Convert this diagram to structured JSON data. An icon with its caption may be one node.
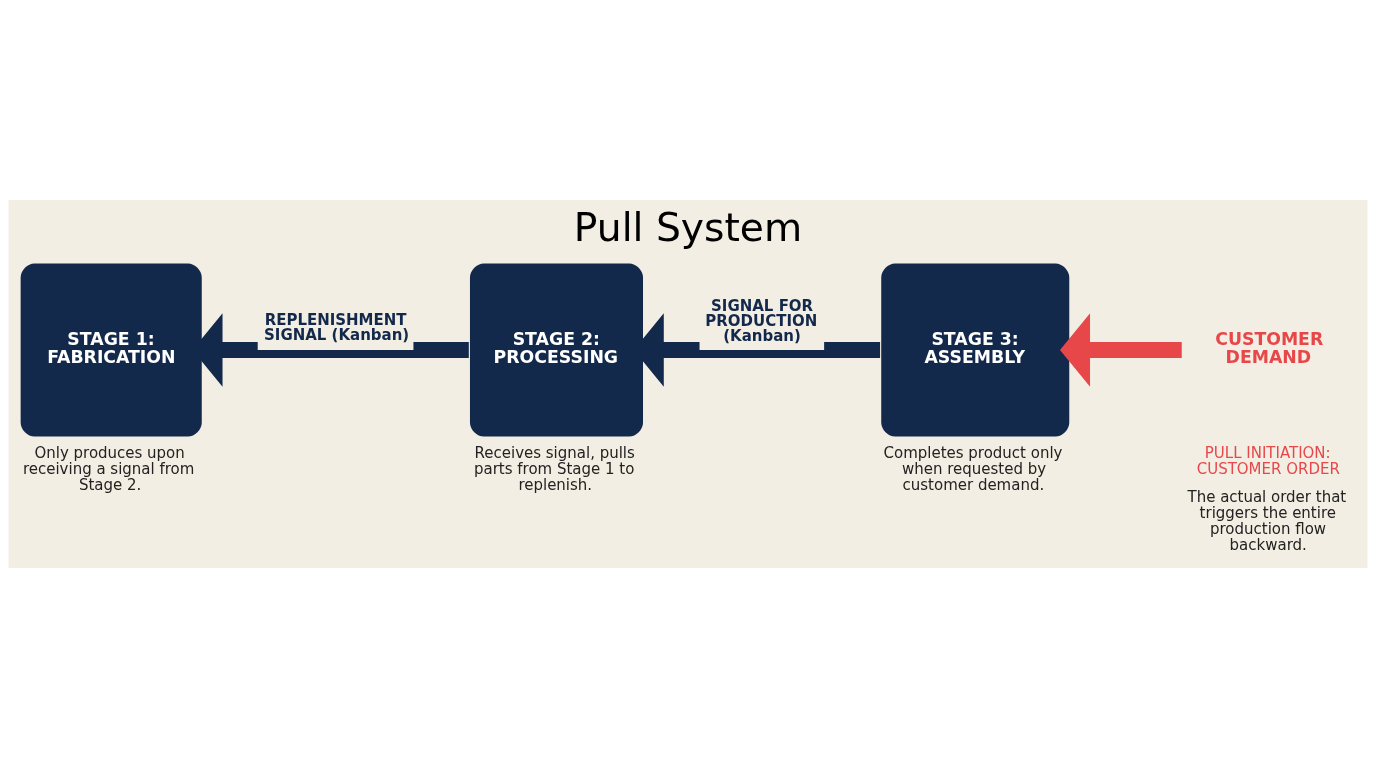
{
  "diagram": {
    "title": "Pull System",
    "nodes": [
      {
        "text": [
          "STAGE 1: FABRICATION"
        ],
        "beside": [
          "Only produces upon receiving a signal from Stage 2."
        ]
      },
      {
        "text": [
          "STAGE 2: PROCESSING"
        ],
        "beside": [
          "Receives signal, pulls parts from Stage 1 to replenish."
        ]
      },
      {
        "text": [
          "STAGE 3: ASSEMBLY"
        ],
        "beside": [
          "Completes product only when requested by customer demand."
        ]
      },
      {
        "text": [
          "CUSTOMER DEMAND"
        ],
        "beside": [
          "PULL INITIATION: CUSTOMER ORDER",
          "The actual order that triggers the entire production flow backward."
        ]
      }
    ],
    "edges": [
      {
        "from": 1,
        "to": 0,
        "arrow": "to",
        "label": "REPLENISHMENT SIGNAL (Kanban)"
      },
      {
        "from": 2,
        "to": 1,
        "arrow": "to",
        "label": "SIGNAL FOR PRODUCTION (Kanban)"
      },
      {
        "from": 3,
        "to": 2,
        "arrow": "to",
        "color": "#e8474a"
      }
    ]
  }
}
